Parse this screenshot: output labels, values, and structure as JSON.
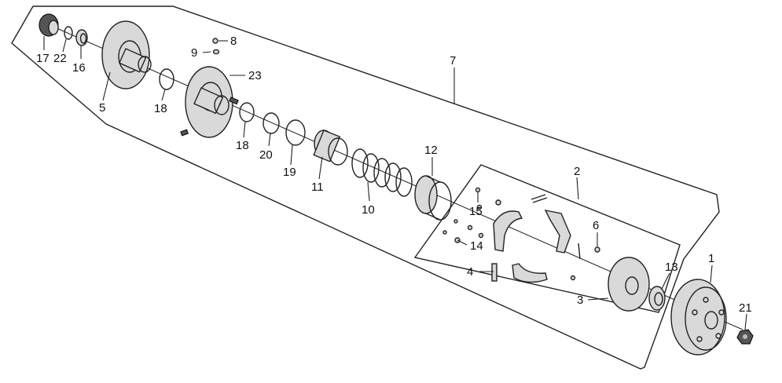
{
  "diagram": {
    "callouts": [
      {
        "id": "17",
        "label": "17"
      },
      {
        "id": "22",
        "label": "22"
      },
      {
        "id": "16",
        "label": "16"
      },
      {
        "id": "5",
        "label": "5"
      },
      {
        "id": "18a",
        "label": "18"
      },
      {
        "id": "8",
        "label": "8"
      },
      {
        "id": "9",
        "label": "9"
      },
      {
        "id": "23",
        "label": "23"
      },
      {
        "id": "18b",
        "label": "18"
      },
      {
        "id": "20",
        "label": "20"
      },
      {
        "id": "19",
        "label": "19"
      },
      {
        "id": "11",
        "label": "11"
      },
      {
        "id": "10",
        "label": "10"
      },
      {
        "id": "12",
        "label": "12"
      },
      {
        "id": "7",
        "label": "7"
      },
      {
        "id": "2",
        "label": "2"
      },
      {
        "id": "15",
        "label": "15"
      },
      {
        "id": "14",
        "label": "14"
      },
      {
        "id": "6",
        "label": "6"
      },
      {
        "id": "4",
        "label": "4"
      },
      {
        "id": "3",
        "label": "3"
      },
      {
        "id": "13",
        "label": "13"
      },
      {
        "id": "1",
        "label": "1"
      },
      {
        "id": "21",
        "label": "21"
      }
    ]
  }
}
